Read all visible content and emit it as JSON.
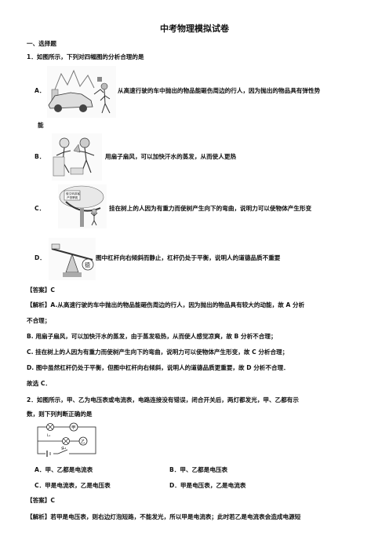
{
  "doc": {
    "title": "中考物理模拟试卷",
    "section": "一、选择题",
    "q1": {
      "stem": "1．如图所示，下列对四幅图的分析合理的是",
      "A_label": "A．",
      "A_text_1": "从高速行驶的车中抛出的物品能砸伤周边的行人，因为抛出的物品具有弹性势",
      "A_text_2": "能",
      "B_label": "B．",
      "B_text": "用扇子扇风，可以加快汗水的蒸发，从而使人更热",
      "C_label": "C．",
      "C_text": "挂在树上的人因为有重力而使树产生向下的弯曲，说明力可以使物体产生形变",
      "D_label": "D．",
      "D_text": "图中杠杆向右倾斜而静止，杠杆仍处于平衡，说明人的道德品质不重要",
      "D_image_label": "德",
      "C_image_sign": "做文明游客 严禁攀爬",
      "answer_label": "【答案】",
      "answer": "C",
      "analysis_label": "【解析】",
      "analysis_A_1": "A.从高速行驶的车中抛出的物品能砸伤周边的行人，因为抛出的物品具有较大的动能，故 A 分析",
      "analysis_A_2": "不合理；",
      "analysis_B": "B. 用扇子扇风，可以加快汗水的蒸发，由于蒸发吸热，从而使人感觉凉爽，故 B 分析不合理；",
      "analysis_C": "C. 挂在树上的人因为有重力而使树产生向下的弯曲，说明力可以使物体产生形变，故 C 分析合理；",
      "analysis_D": "D. 图中虽然杠杆仍处于平衡，但图中杠杆向右倾斜，说明人的道德品质更重要，故 D 分析不合理．",
      "conclusion": "故选 C．"
    },
    "q2": {
      "stem_1": "2．如图所示，甲、乙为电压表或电流表，电路连接没有错误，闭合开关后，两灯都发光，甲、乙都有示",
      "stem_2": "数，则下列判断正确的是",
      "circuit_jia": "甲",
      "circuit_yi": "乙",
      "circuit_L1": "L₁",
      "circuit_L2": "L₂",
      "circuit_S": "S",
      "option_A": "A．甲、乙都是电流表",
      "option_B": "B．甲、乙都是电压表",
      "option_C": "C．甲是电流表，乙是电压表",
      "option_D": "D．甲是电压表，乙是电流表",
      "answer_label": "【答案】",
      "answer": "C",
      "analysis_label": "【解析】",
      "analysis": "若甲是电压表，则右边灯泡短路，不能发光，所以甲是电流表；此时若乙是电流表会造成电源短"
    }
  }
}
